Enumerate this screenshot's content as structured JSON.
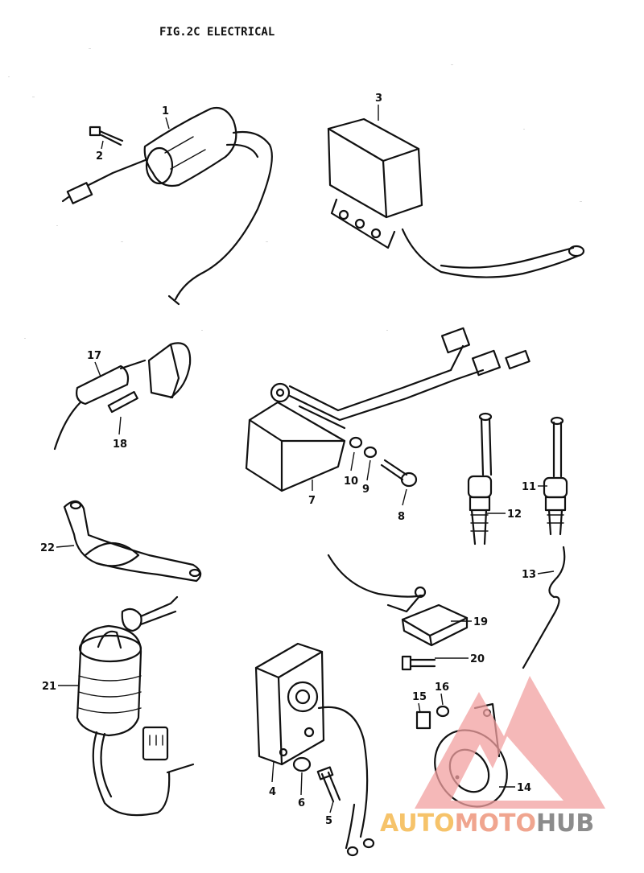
{
  "title": "FIG.2C ELECTRICAL",
  "callouts": [
    "1",
    "2",
    "3",
    "17",
    "18",
    "7",
    "10",
    "9",
    "8",
    "11",
    "12",
    "13",
    "22",
    "19",
    "20",
    "21",
    "16",
    "15",
    "14",
    "4",
    "6",
    "5"
  ],
  "watermark": {
    "part1": "AUTO",
    "part2": "MOTO",
    "part3": "HUB",
    "colors": {
      "auto": "#f6c36a",
      "moto": "#f0a58f",
      "hub": "#8c8c8c",
      "logo": "#f2a0a0"
    }
  }
}
